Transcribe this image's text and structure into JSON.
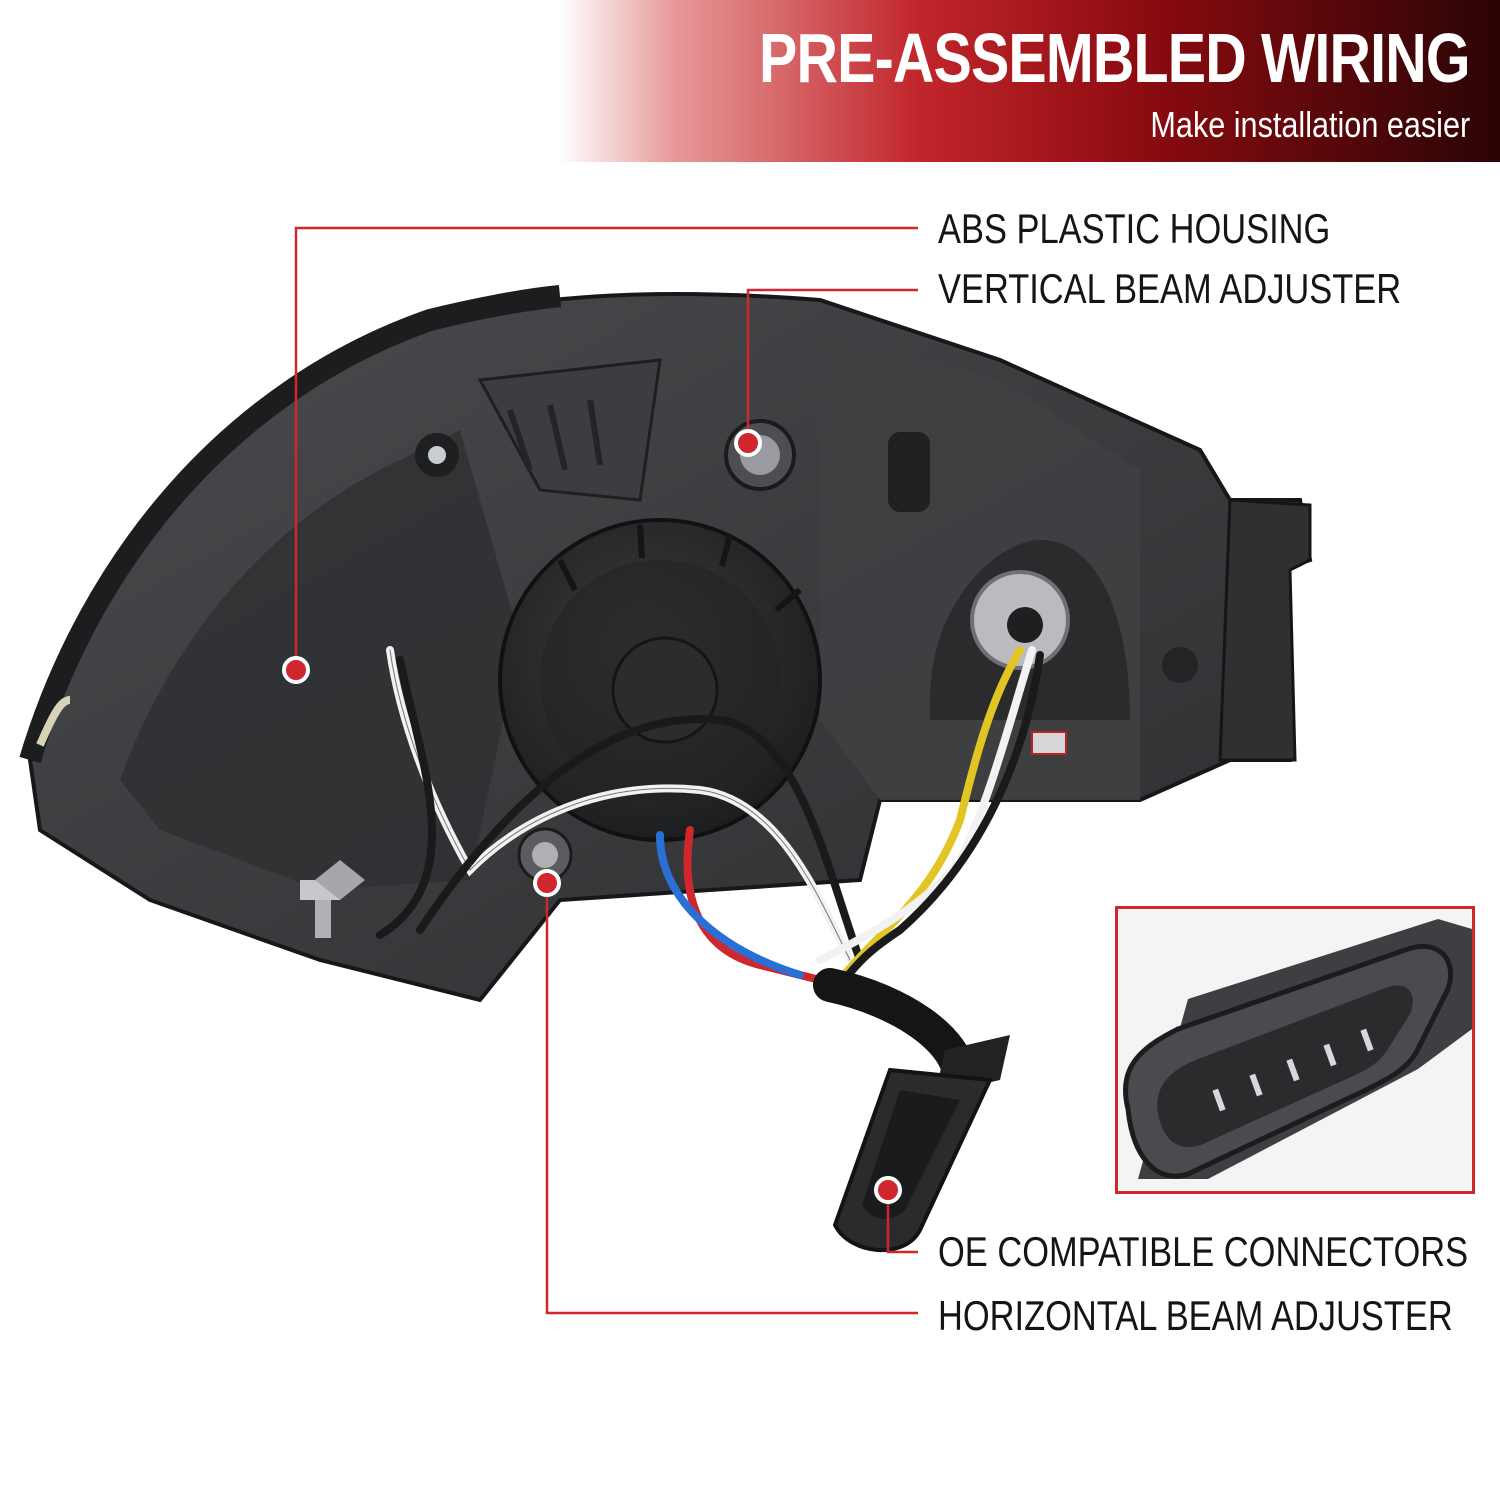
{
  "header": {
    "title": "PRE-ASSEMBLED WIRING",
    "subtitle": "Make installation easier"
  },
  "callouts": [
    "ABS PLASTIC HOUSING",
    "VERTICAL BEAM ADJUSTER",
    "OE COMPATIBLE CONNECTORS",
    "HORIZONTAL BEAM ADJUSTER"
  ],
  "colors": {
    "accent": "#d0262d",
    "banner_dark": "#2a0406",
    "housing": "#3a3b3d",
    "wire_yellow": "#e2c422",
    "wire_blue": "#2a6fd6",
    "wire_red": "#d0262d"
  },
  "inset": {
    "subject": "close-up-connector-pins"
  }
}
